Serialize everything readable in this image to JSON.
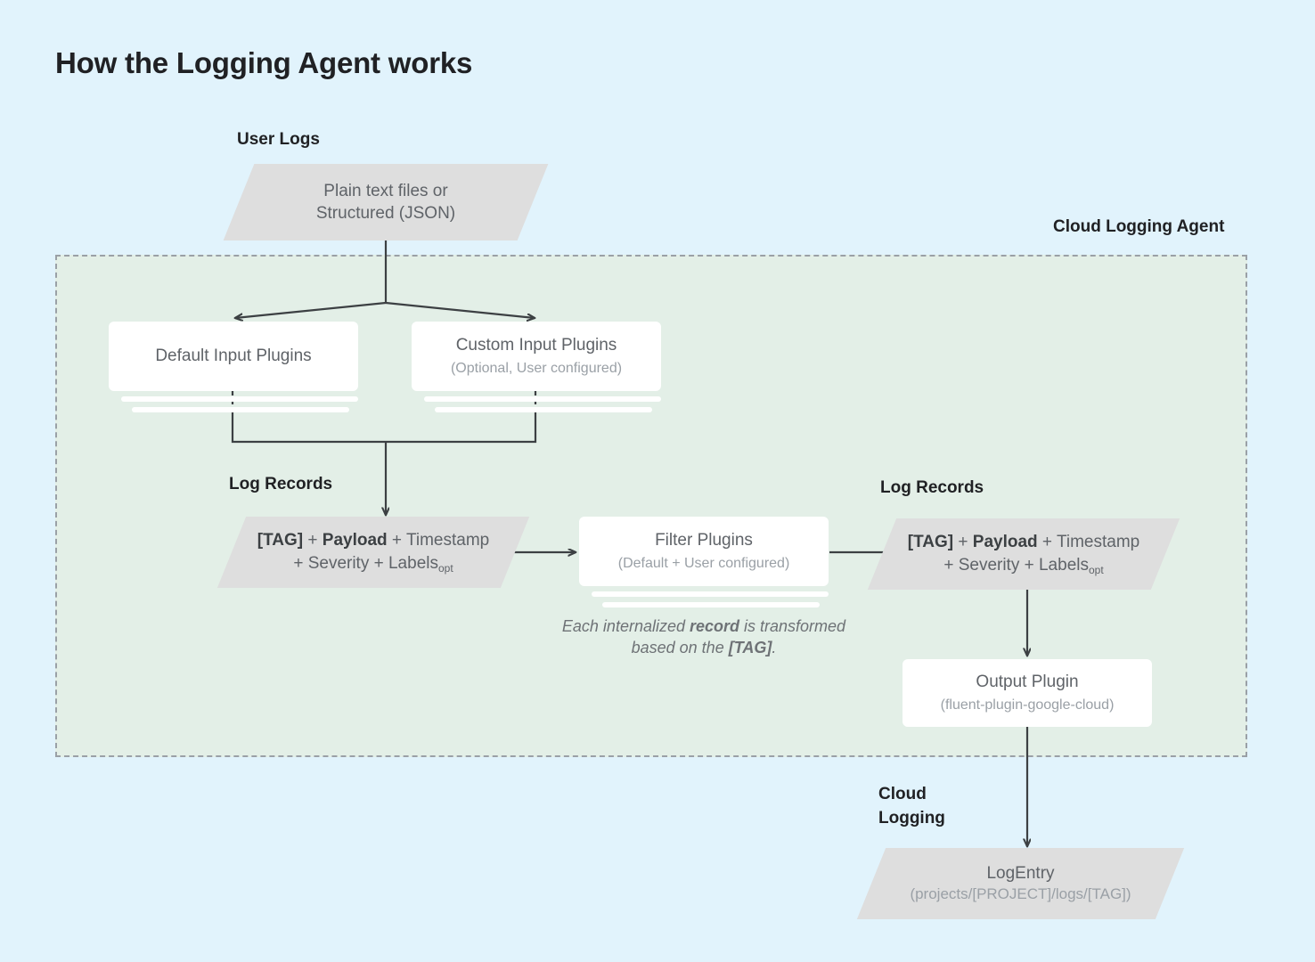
{
  "page": {
    "title": "How the Logging Agent works",
    "background_color": "#e1f3fc",
    "agent_region_color": "#e3efe7",
    "shape_color": "#dedede",
    "card_color": "#ffffff",
    "line_color": "#3c4043"
  },
  "labels": {
    "user_logs": "User Logs",
    "cloud_logging_agent": "Cloud Logging Agent",
    "log_records_left": "Log Records",
    "log_records_right": "Log Records",
    "cloud_logging_line1": "Cloud",
    "cloud_logging_line2": "Logging"
  },
  "user_logs_shape": {
    "line1": "Plain text files or",
    "line2": "Structured (JSON)"
  },
  "input_plugins": [
    {
      "name": "default-input-plugins",
      "title": "Default Input Plugins",
      "subtitle": ""
    },
    {
      "name": "custom-input-plugins",
      "title": "Custom Input Plugins",
      "subtitle": "(Optional, User configured)"
    }
  ],
  "log_record_shape": {
    "part_tag": "[TAG]",
    "sep1": " + ",
    "part_payload": "Payload",
    "sep2": " + ",
    "part_timestamp": "Timestamp",
    "line2_prefix": "+ Severity + Labels",
    "line2_subscript": "opt"
  },
  "filter_plugins": {
    "title": "Filter Plugins",
    "subtitle": "(Default + User configured)"
  },
  "caption": {
    "pre": "Each internalized ",
    "bold1": "record",
    "mid": " is transformed based on the ",
    "bold2": "[TAG]",
    "post": "."
  },
  "output_plugin": {
    "title": "Output Plugin",
    "subtitle": "(fluent-plugin-google-cloud)"
  },
  "log_entry": {
    "title": "LogEntry",
    "subtitle": "(projects/[PROJECT]/logs/[TAG])"
  }
}
